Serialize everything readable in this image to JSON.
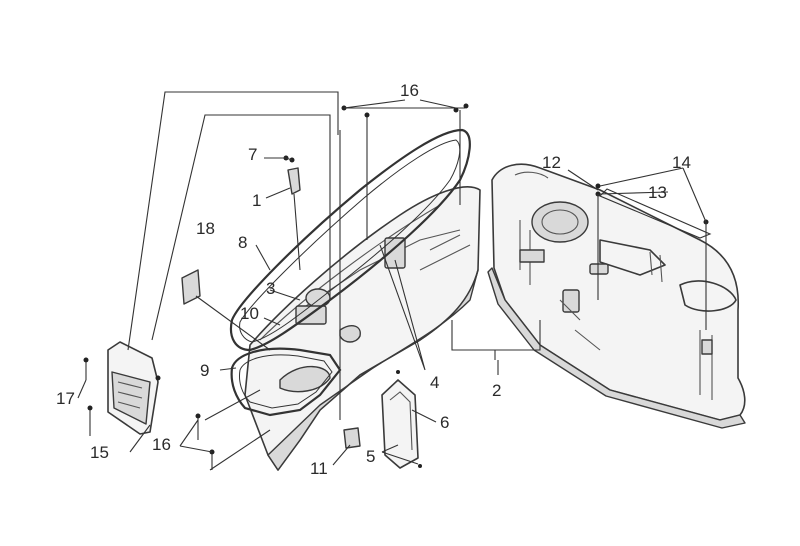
{
  "callouts": [
    {
      "id": "c1",
      "text": "1"
    },
    {
      "id": "c2",
      "text": "2"
    },
    {
      "id": "c3",
      "text": "3"
    },
    {
      "id": "c4",
      "text": "4"
    },
    {
      "id": "c5",
      "text": "5"
    },
    {
      "id": "c6",
      "text": "6"
    },
    {
      "id": "c7",
      "text": "7"
    },
    {
      "id": "c8",
      "text": "8"
    },
    {
      "id": "c9",
      "text": "9"
    },
    {
      "id": "c10",
      "text": "10"
    },
    {
      "id": "c11",
      "text": "11"
    },
    {
      "id": "c12",
      "text": "12"
    },
    {
      "id": "c13",
      "text": "13"
    },
    {
      "id": "c14",
      "text": "14"
    },
    {
      "id": "c15",
      "text": "15"
    },
    {
      "id": "c16a",
      "text": "16"
    },
    {
      "id": "c16b",
      "text": "16"
    },
    {
      "id": "c17",
      "text": "17"
    },
    {
      "id": "c18",
      "text": "18"
    }
  ]
}
